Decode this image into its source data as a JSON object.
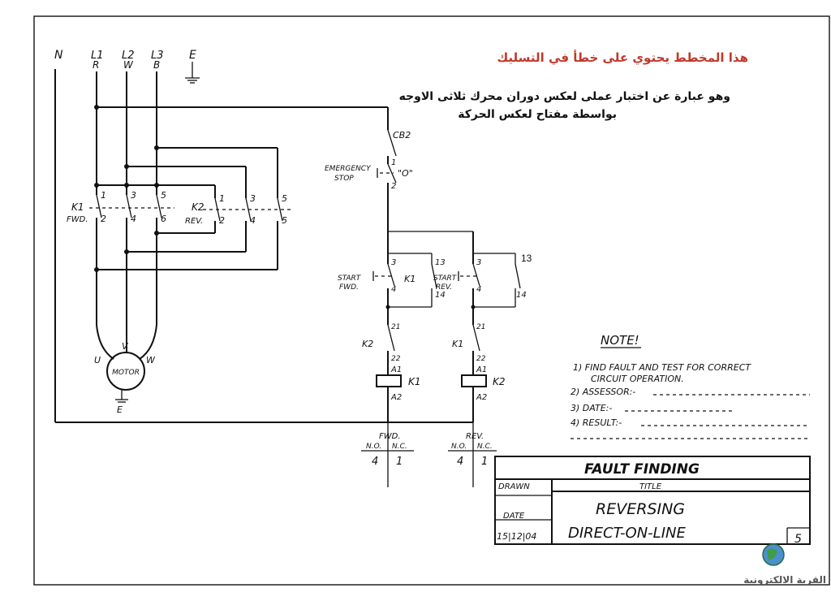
{
  "heading": {
    "warning": "هذا المخطط يحتوي على خطأ في التسليك",
    "warning_color": "#c0392b",
    "desc_line1": "وهو عبارة عن اختبار عملى لعكس دوران محرك ثلاثى الاوجه",
    "desc_line2": "بواسطة مفتاح لعكس الحركة"
  },
  "supply": {
    "n": "N",
    "l1": "L1",
    "l1_sub": "R",
    "l2": "L2",
    "l2_sub": "W",
    "l3": "L3",
    "l3_sub": "B",
    "e": "E"
  },
  "power": {
    "k1": "K1",
    "fwd": "FWD.",
    "k2": "K2",
    "rev": "REV.",
    "top_nums": [
      "1",
      "3",
      "5"
    ],
    "bot_nums": [
      "2",
      "4",
      "6"
    ],
    "k2_top_nums": [
      "1",
      "3",
      "5"
    ],
    "k2_bot_nums": [
      "2",
      "4",
      "5"
    ]
  },
  "motor": {
    "label": "MOTOR",
    "u": "U",
    "v": "V",
    "w": "W",
    "e": "E"
  },
  "control": {
    "cb2": "CB2",
    "estop1": "EMERGENCY",
    "estop2": "STOP",
    "estop_o": "\"O\"",
    "estop_n1": "1",
    "estop_n2": "2",
    "start_fwd1": "START",
    "start_fwd2": "FWD.",
    "start_rev1": "START",
    "start_rev2": "REV.",
    "k1_holding": "K1",
    "n3a": "3",
    "n4a": "4",
    "n13a": "13",
    "n14a": "14",
    "n3b": "3",
    "n4b": "4",
    "n13b": "13",
    "n14b": "14",
    "k2_il": "K2",
    "k1_il": "K1",
    "n21": "21",
    "n22": "22",
    "n21b": "21",
    "n22b": "22",
    "a1": "A1",
    "a2": "A2",
    "a1b": "A1",
    "a2b": "A2",
    "coil1": "K1",
    "coil2": "K2"
  },
  "aux": {
    "fwd": "FWD.",
    "rev": "REV.",
    "no": "N.O.",
    "nc": "N.C.",
    "fwd_no": "4",
    "fwd_nc": "1",
    "rev_no": "4",
    "rev_nc": "1"
  },
  "note": {
    "title": "NOTE!",
    "item1a": "1) FIND FAULT AND TEST FOR CORRECT",
    "item1b": "CIRCUIT OPERATION.",
    "item2": "2) ASSESSOR:-",
    "item3": "3) DATE:-",
    "item4": "4) RESULT:-"
  },
  "titleblock": {
    "header": "FAULT FINDING",
    "drawn": "DRAWN",
    "title_label": "TITLE",
    "date_label": "DATE",
    "date_value": "15|12|04",
    "title_line1": "REVERSING",
    "title_line2": "DIRECT-ON-LINE",
    "sheet": "5"
  },
  "logo": {
    "text": "القرية الالكترونية"
  }
}
